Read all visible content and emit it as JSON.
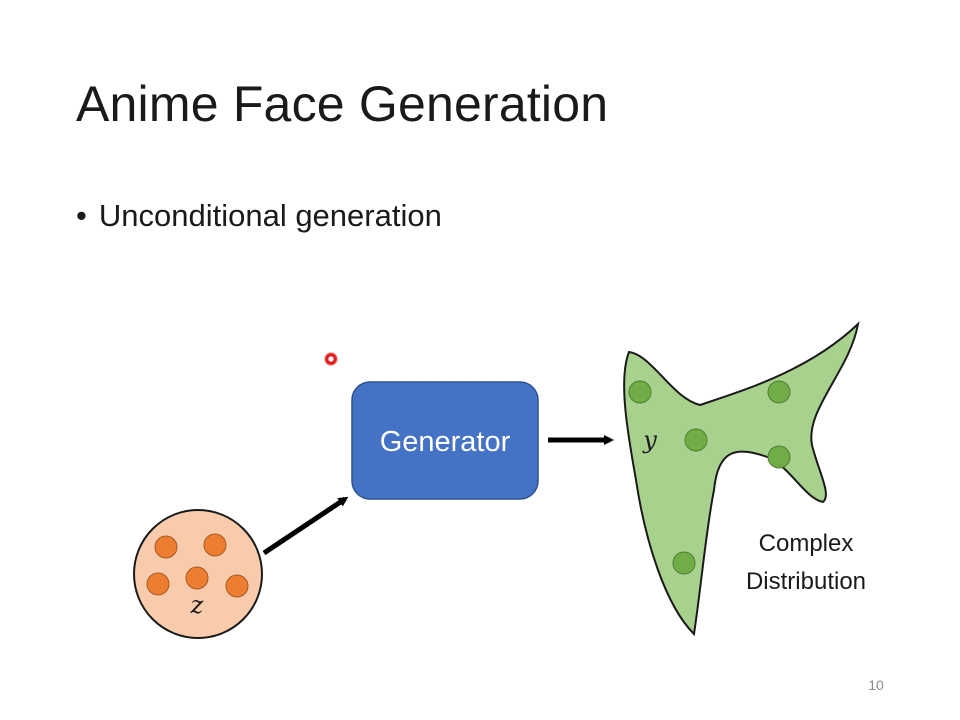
{
  "slide": {
    "title": "Anime Face Generation",
    "bullet_symbol": "•",
    "bullet_text": "Unconditional generation",
    "page_number": "10"
  },
  "diagram": {
    "generator_label": "Generator",
    "input_symbol": "z",
    "output_symbol": "y",
    "distribution_label_line1": "Complex",
    "distribution_label_line2": "Distribution"
  },
  "colors": {
    "generator_fill": "#4472c4",
    "generator_stroke": "#2f528f",
    "input_circle_fill": "#f8cbad",
    "input_dot_fill": "#ed7d31",
    "distribution_fill": "#a9d18e",
    "distribution_dot_fill": "#70ad47",
    "arrow": "#000000"
  }
}
